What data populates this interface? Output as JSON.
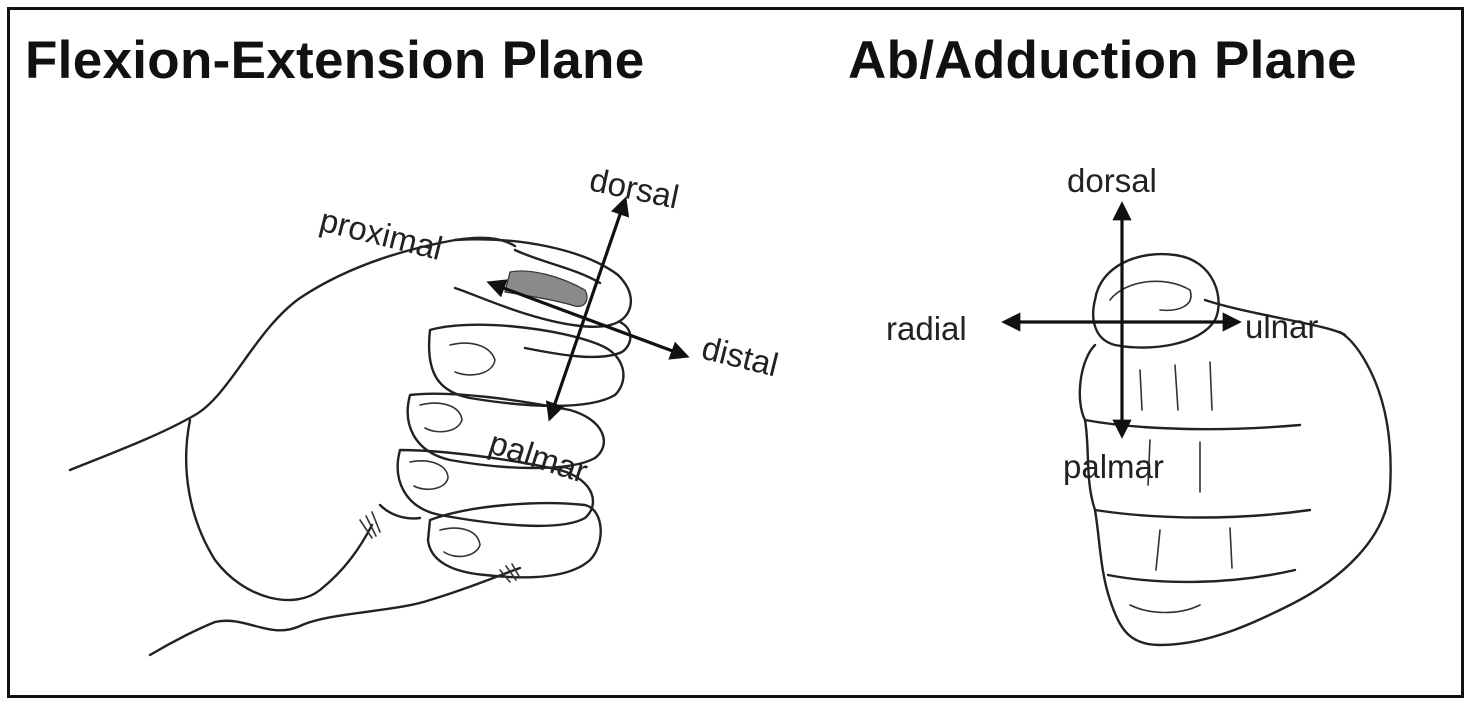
{
  "titles": {
    "left": "Flexion-Extension Plane",
    "right": "Ab/Adduction Plane"
  },
  "left_panel": {
    "labels": {
      "dorsal": "dorsal",
      "proximal": "proximal",
      "distal": "distal",
      "palmar": "palmar"
    }
  },
  "right_panel": {
    "labels": {
      "dorsal": "dorsal",
      "radial": "radial",
      "ulnar": "ulnar",
      "palmar": "palmar"
    }
  },
  "colors": {
    "ink": "#222222",
    "thumbnail_shade": "#8a8a8a"
  }
}
